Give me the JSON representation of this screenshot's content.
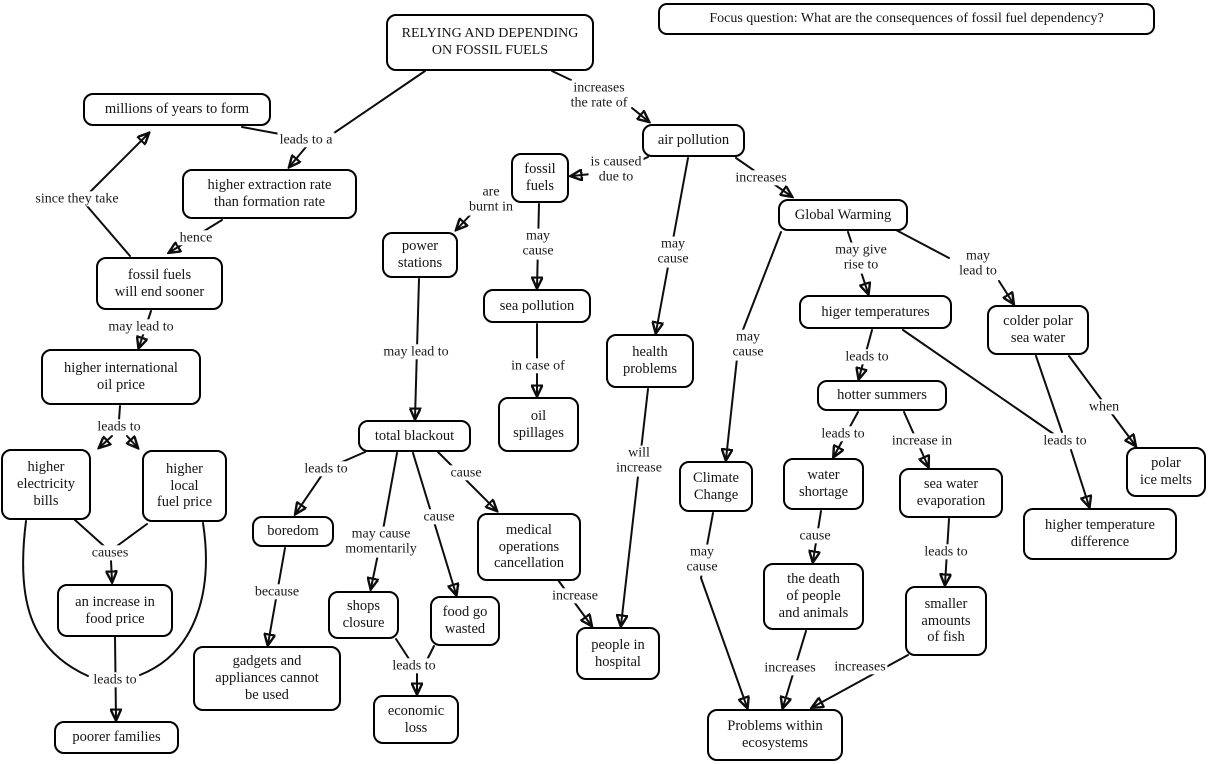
{
  "colors": {
    "line": "#0d0d0d",
    "box_fill": "#ffffff",
    "box_border": "#000000"
  },
  "focus": {
    "text": "Focus question: What are the consequences of fossil fuel dependency?"
  },
  "nodes": [
    {
      "id": "relying",
      "label": "RELYING AND DEPENDING\nON FOSSIL FUELS"
    },
    {
      "id": "millions",
      "label": "millions of years to form"
    },
    {
      "id": "extraction",
      "label": "higher extraction rate\nthan formation rate"
    },
    {
      "id": "end-sooner",
      "label": "fossil fuels\nwill end sooner"
    },
    {
      "id": "intl-oil",
      "label": "higher international\noil price"
    },
    {
      "id": "elec-bills",
      "label": "higher\nelectricity\nbills"
    },
    {
      "id": "local-fuel",
      "label": "higher\nlocal\nfuel price"
    },
    {
      "id": "food-price",
      "label": "an increase in\nfood price"
    },
    {
      "id": "poorer",
      "label": "poorer families"
    },
    {
      "id": "gadgets",
      "label": "gadgets and\nappliances cannot\nbe used"
    },
    {
      "id": "fossil-fuels",
      "label": "fossil\nfuels"
    },
    {
      "id": "power",
      "label": "power\nstations"
    },
    {
      "id": "sea-pollution",
      "label": "sea pollution"
    },
    {
      "id": "oil-spillages",
      "label": "oil\nspillages"
    },
    {
      "id": "blackout",
      "label": "total blackout"
    },
    {
      "id": "boredom",
      "label": "boredom"
    },
    {
      "id": "shops",
      "label": "shops\nclosure"
    },
    {
      "id": "food-wasted",
      "label": "food go\nwasted"
    },
    {
      "id": "medical",
      "label": "medical\noperations\ncancellation"
    },
    {
      "id": "economic",
      "label": "economic\nloss"
    },
    {
      "id": "air-pollution",
      "label": "air pollution"
    },
    {
      "id": "health",
      "label": "health\nproblems"
    },
    {
      "id": "hospital",
      "label": "people in\nhospital"
    },
    {
      "id": "global-warming",
      "label": "Global Warming"
    },
    {
      "id": "higer-temps",
      "label": "higer temperatures"
    },
    {
      "id": "hotter",
      "label": "hotter summers"
    },
    {
      "id": "water-shortage",
      "label": "water\nshortage"
    },
    {
      "id": "sea-evap",
      "label": "sea water\nevaporation"
    },
    {
      "id": "death",
      "label": "the death\nof people\nand animals"
    },
    {
      "id": "fish",
      "label": "smaller\namounts\nof fish"
    },
    {
      "id": "colder-polar",
      "label": "colder polar\nsea water"
    },
    {
      "id": "polar-ice",
      "label": "polar\nice melts"
    },
    {
      "id": "temp-diff",
      "label": "higher temperature\ndifference"
    },
    {
      "id": "climate",
      "label": "Climate\nChange"
    },
    {
      "id": "ecosystems",
      "label": "Problems within\necosystems"
    }
  ],
  "labels": [
    {
      "text": "leads to a"
    },
    {
      "text": "increases\nthe rate of"
    },
    {
      "text": "since they take"
    },
    {
      "text": "hence"
    },
    {
      "text": "may lead to"
    },
    {
      "text": "leads to"
    },
    {
      "text": "causes"
    },
    {
      "text": "leads to"
    },
    {
      "text": "are\nburnt in"
    },
    {
      "text": "may\ncause"
    },
    {
      "text": "in case of"
    },
    {
      "text": "may lead to"
    },
    {
      "text": "leads to"
    },
    {
      "text": "may cause\nmomentarily"
    },
    {
      "text": "cause"
    },
    {
      "text": "cause"
    },
    {
      "text": "because"
    },
    {
      "text": "leads to"
    },
    {
      "text": "increase"
    },
    {
      "text": "is caused\ndue to"
    },
    {
      "text": "may\ncause"
    },
    {
      "text": "will\nincrease"
    },
    {
      "text": "increases"
    },
    {
      "text": "may\ncause"
    },
    {
      "text": "may give\nrise to"
    },
    {
      "text": "may\nlead to"
    },
    {
      "text": "leads to"
    },
    {
      "text": "leads to"
    },
    {
      "text": "increase in"
    },
    {
      "text": "when"
    },
    {
      "text": "leads to"
    },
    {
      "text": "cause"
    },
    {
      "text": "leads to"
    },
    {
      "text": "may\ncause"
    },
    {
      "text": "increases"
    },
    {
      "text": "increases"
    }
  ]
}
